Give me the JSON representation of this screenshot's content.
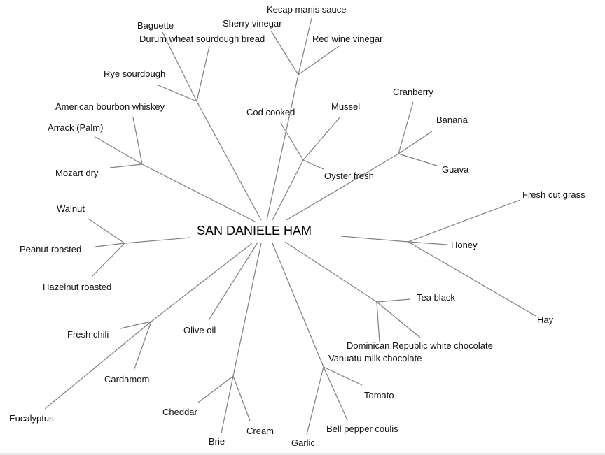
{
  "root": "SAN DANIELE HAM",
  "leaves": {
    "kecap": "Kecap manis sauce",
    "sherry": "Sherry vinegar",
    "redwine": "Red wine vinegar",
    "baguette": "Baguette",
    "durum": "Durum wheat sourdough bread",
    "rye": "Rye sourdough",
    "bourbon": "American bourbon whiskey",
    "arrack": "Arrack (Palm)",
    "mozart": "Mozart dry",
    "cod": "Cod cooked",
    "mussel": "Mussel",
    "oyster": "Oyster fresh",
    "cranberry": "Cranberry",
    "banana": "Banana",
    "guava": "Guava",
    "grass": "Fresh cut grass",
    "honey": "Honey",
    "hay": "Hay",
    "walnut": "Walnut",
    "peanut": "Peanut roasted",
    "hazelnut": "Hazelnut roasted",
    "tea": "Tea black",
    "dominican": "Dominican Republic white chocolate",
    "vanuatu": "Vanuatu milk chocolate",
    "chili": "Fresh chili",
    "olive": "Olive oil",
    "cardamom": "Cardamom",
    "eucalyptus": "Eucalyptus",
    "cheddar": "Cheddar",
    "brie": "Brie",
    "cream": "Cream",
    "tomato": "Tomato",
    "garlic": "Garlic",
    "bell": "Bell pepper coulis"
  }
}
